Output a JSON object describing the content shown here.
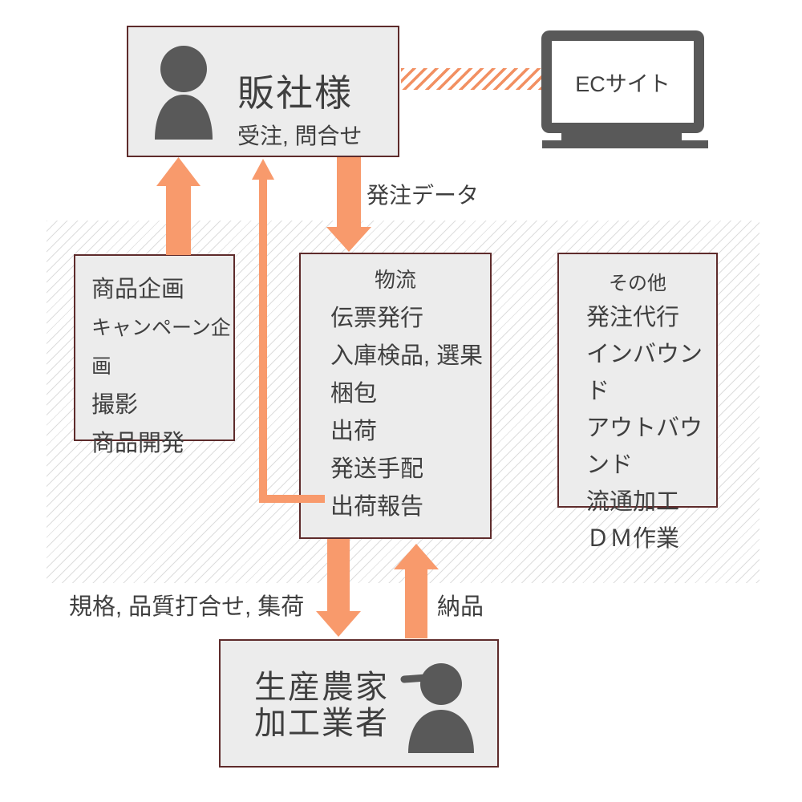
{
  "palette": {
    "accent_orange": "#F89A6C",
    "box_fill": "#ECECEC",
    "box_border": "#5E2B2B",
    "text": "#3F3F3F",
    "icon_gray": "#595959",
    "hatch_line": "#D9D9D9"
  },
  "top_box": {
    "title": "販社様",
    "subtitle": "受注, 問合せ"
  },
  "ec_site": {
    "label": "ECサイト"
  },
  "flow_labels": {
    "order_data": "発注データ",
    "spec_quality_pickup": "規格, 品質打合せ, 集荷",
    "delivery": "納品"
  },
  "planning_box": {
    "items": [
      "商品企画",
      "キャンペーン企画",
      "撮影",
      "商品開発"
    ]
  },
  "logistics_box": {
    "title": "物流",
    "items": [
      "伝票発行",
      "入庫検品, 選果",
      "梱包",
      "出荷",
      "発送手配",
      "出荷報告"
    ]
  },
  "others_box": {
    "title": "その他",
    "items": [
      "発注代行",
      "インバウンド",
      "アウトバウンド",
      "流通加工",
      "ＤＭ作業"
    ]
  },
  "producer_box": {
    "lines": [
      "生産農家",
      "加工業者"
    ]
  }
}
